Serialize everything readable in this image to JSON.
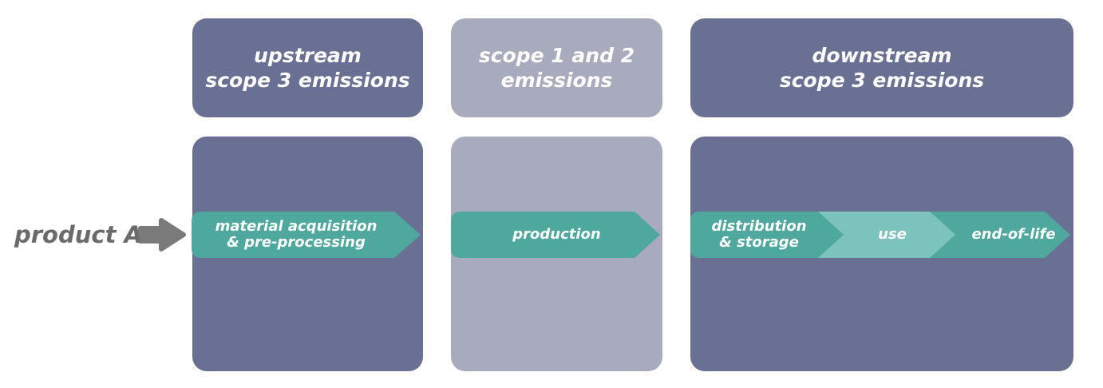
{
  "columns": [
    {
      "header_lines": [
        "upstream",
        "scope 3 emissions"
      ],
      "stages": [
        {
          "lines": [
            "material acquisition",
            "& pre-processing"
          ]
        }
      ]
    },
    {
      "header_lines": [
        "scope 1 and 2",
        "emissions"
      ],
      "stages": [
        {
          "lines": [
            "production"
          ]
        }
      ]
    },
    {
      "header_lines": [
        "downstream",
        "scope 3 emissions"
      ],
      "stages": [
        {
          "lines": [
            "distribution",
            "& storage"
          ]
        },
        {
          "lines": [
            "use"
          ]
        },
        {
          "lines": [
            "end-of-life"
          ]
        }
      ]
    }
  ],
  "input": {
    "label": "product A",
    "arrow_icon": "right-arrow-icon"
  },
  "colors": {
    "scope3_box": "#697093",
    "scope12_box": "#a8aabd",
    "stage_arrow": "#4fa89e",
    "stage_arrow_light": "#7bc3bc",
    "input_arrow": "#7a7a7a",
    "input_label": "#6b6b6b",
    "text_on_box": "#ffffff"
  }
}
